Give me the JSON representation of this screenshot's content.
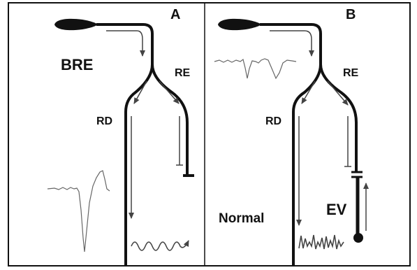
{
  "figure": {
    "panel_a": {
      "letter": "A",
      "block_label": "BRE",
      "right_branch_label": "RE",
      "left_branch_label": "RD"
    },
    "panel_b": {
      "letter": "B",
      "right_branch_label": "RE",
      "left_branch_label": "RD",
      "normal_label": "Normal",
      "ev_label": "EV"
    }
  }
}
